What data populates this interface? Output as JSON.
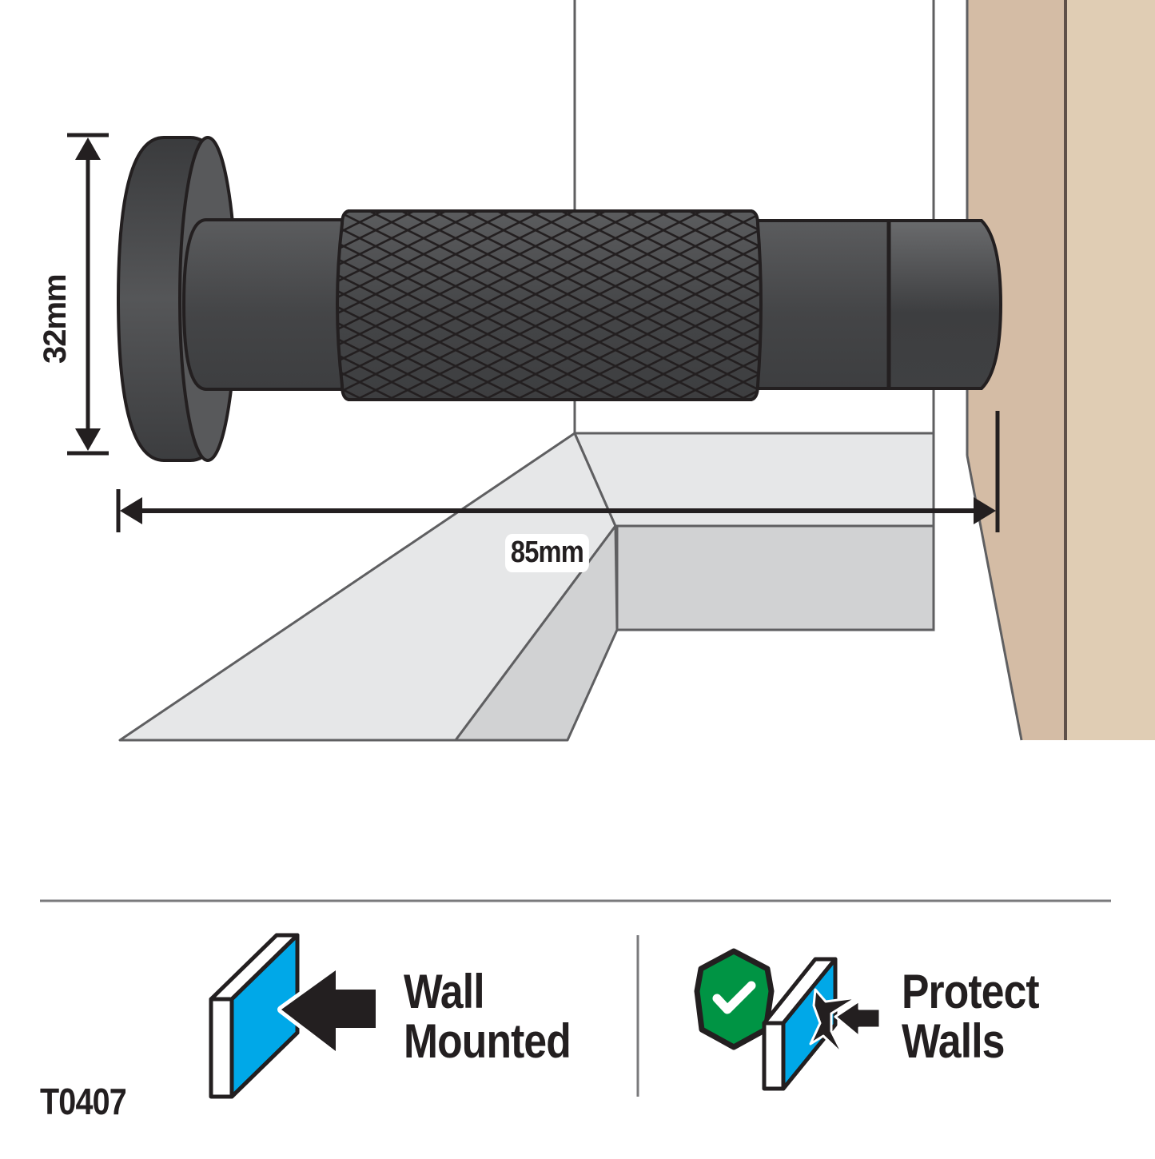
{
  "diagram": {
    "subject": "Wall-mounted door stop with knurled grip",
    "dimensions": {
      "height": {
        "label": "32mm",
        "value": 32,
        "unit": "mm",
        "orientation": "vertical"
      },
      "projection": {
        "label": "85mm",
        "value": 85,
        "unit": "mm",
        "orientation": "horizontal"
      }
    },
    "colors": {
      "product_dark": "#3f4042",
      "product_light": "#5b5c5e",
      "outline": "#231f20",
      "wall_shadow": "#d4bca5",
      "wall_face": "#e0cdb4",
      "floor_light": "#e6e7e8",
      "floor_mid": "#d1d2d3",
      "line_gray": "#5f5f61",
      "icon_blue": "#00a8e8",
      "icon_green": "#009444"
    }
  },
  "features": [
    {
      "icon": "wall-mounted-icon",
      "line1": "Wall",
      "line2": "Mounted"
    },
    {
      "icon": "protect-walls-icon",
      "line1": "Protect",
      "line2": "Walls"
    }
  ],
  "footer": {
    "product_code": "T0407"
  }
}
